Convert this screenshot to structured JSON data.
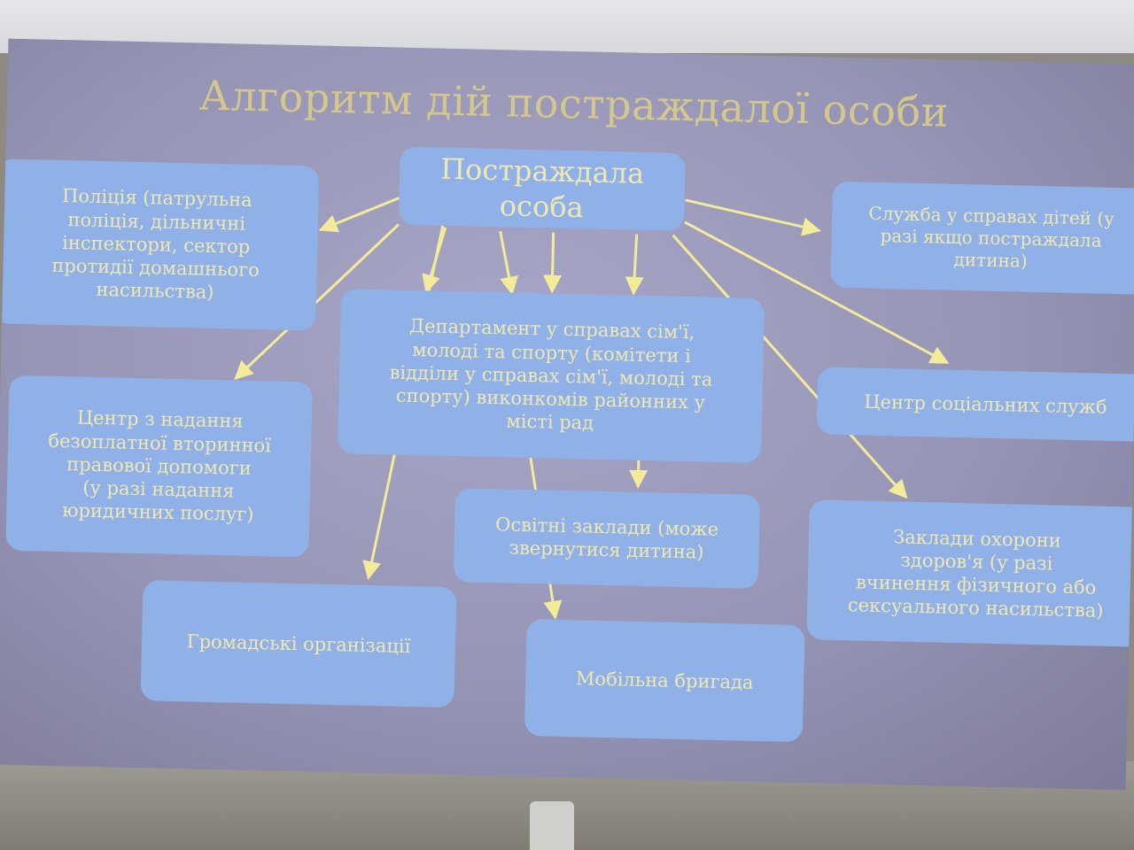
{
  "slide": {
    "title": "Алгоритм дій постраждалої особи",
    "boxes": {
      "victim": "Постраждала\nособа",
      "police": "Поліція (патрульна\nполіція, дільничні\nінспектори, сектор\nпротидії домашнього\nнасильства)",
      "child_service": "Служба у справах дітей   (у\nразі якщо постраждала\nдитина)",
      "department": "Департамент у справах сім'ї,\nмолоді та спорту (комітети і\nвідділи у справах сім'ї, молоді та\nспорту) виконкомів районних у\nмісті рад",
      "legal_aid": "Центр з надання\nбезоплатної вторинної\nправової допомоги\n(у разі надання\nюридичних послуг)",
      "social_center": "Центр соціальних служб",
      "education": "Освітні заклади (може\nзвернутися дитина)",
      "health": "Заклади охорони\nздоров'я     (у разі\nвчинення фізичного або\nсексуального насильства)",
      "ngo": "Громадські організації",
      "mobile_team": "Мобільна бригада"
    },
    "colors": {
      "box": "#8fb1e7",
      "box_text": "#f0e8b2",
      "title": "#d3c78c",
      "arrow": "#f2ec9a",
      "slide_bg": "#9a98b8"
    }
  }
}
